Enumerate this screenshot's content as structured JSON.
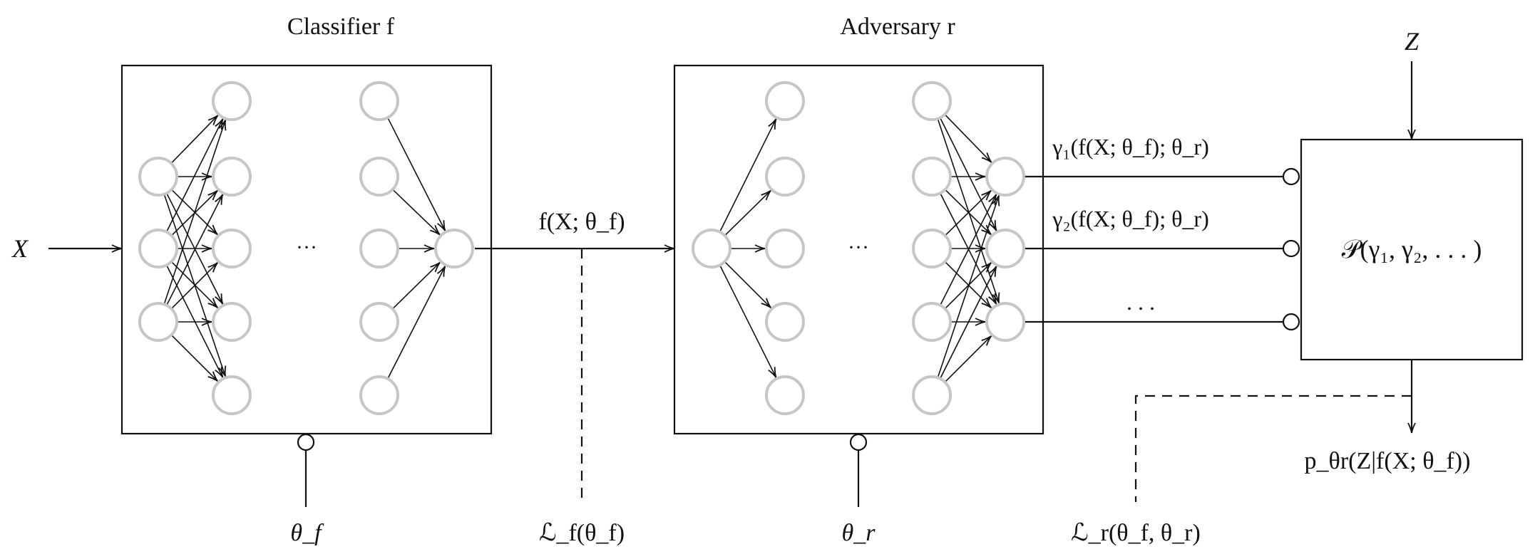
{
  "title_classifier": "Classifier f",
  "title_adversary": "Adversary r",
  "label_x": "X",
  "label_z": "Z",
  "ellipsis_classifier": "···",
  "ellipsis_adversary": "···",
  "edge_f_output": "f(X; θ_f)",
  "gamma_1": "γ₁(f(X; θ_f); θ_r)",
  "gamma_2": "γ₂(f(X; θ_f); θ_r)",
  "gamma_dots": ". . .",
  "mixture_box": "𝒫(γ₁, γ₂, . . . )",
  "posterior": "p_θr(Z|f(X; θ_f))",
  "theta_f": "θ_f",
  "theta_r": "θ_r",
  "loss_f": "ℒ_f(θ_f)",
  "loss_r": "ℒ_r(θ_f, θ_r)"
}
